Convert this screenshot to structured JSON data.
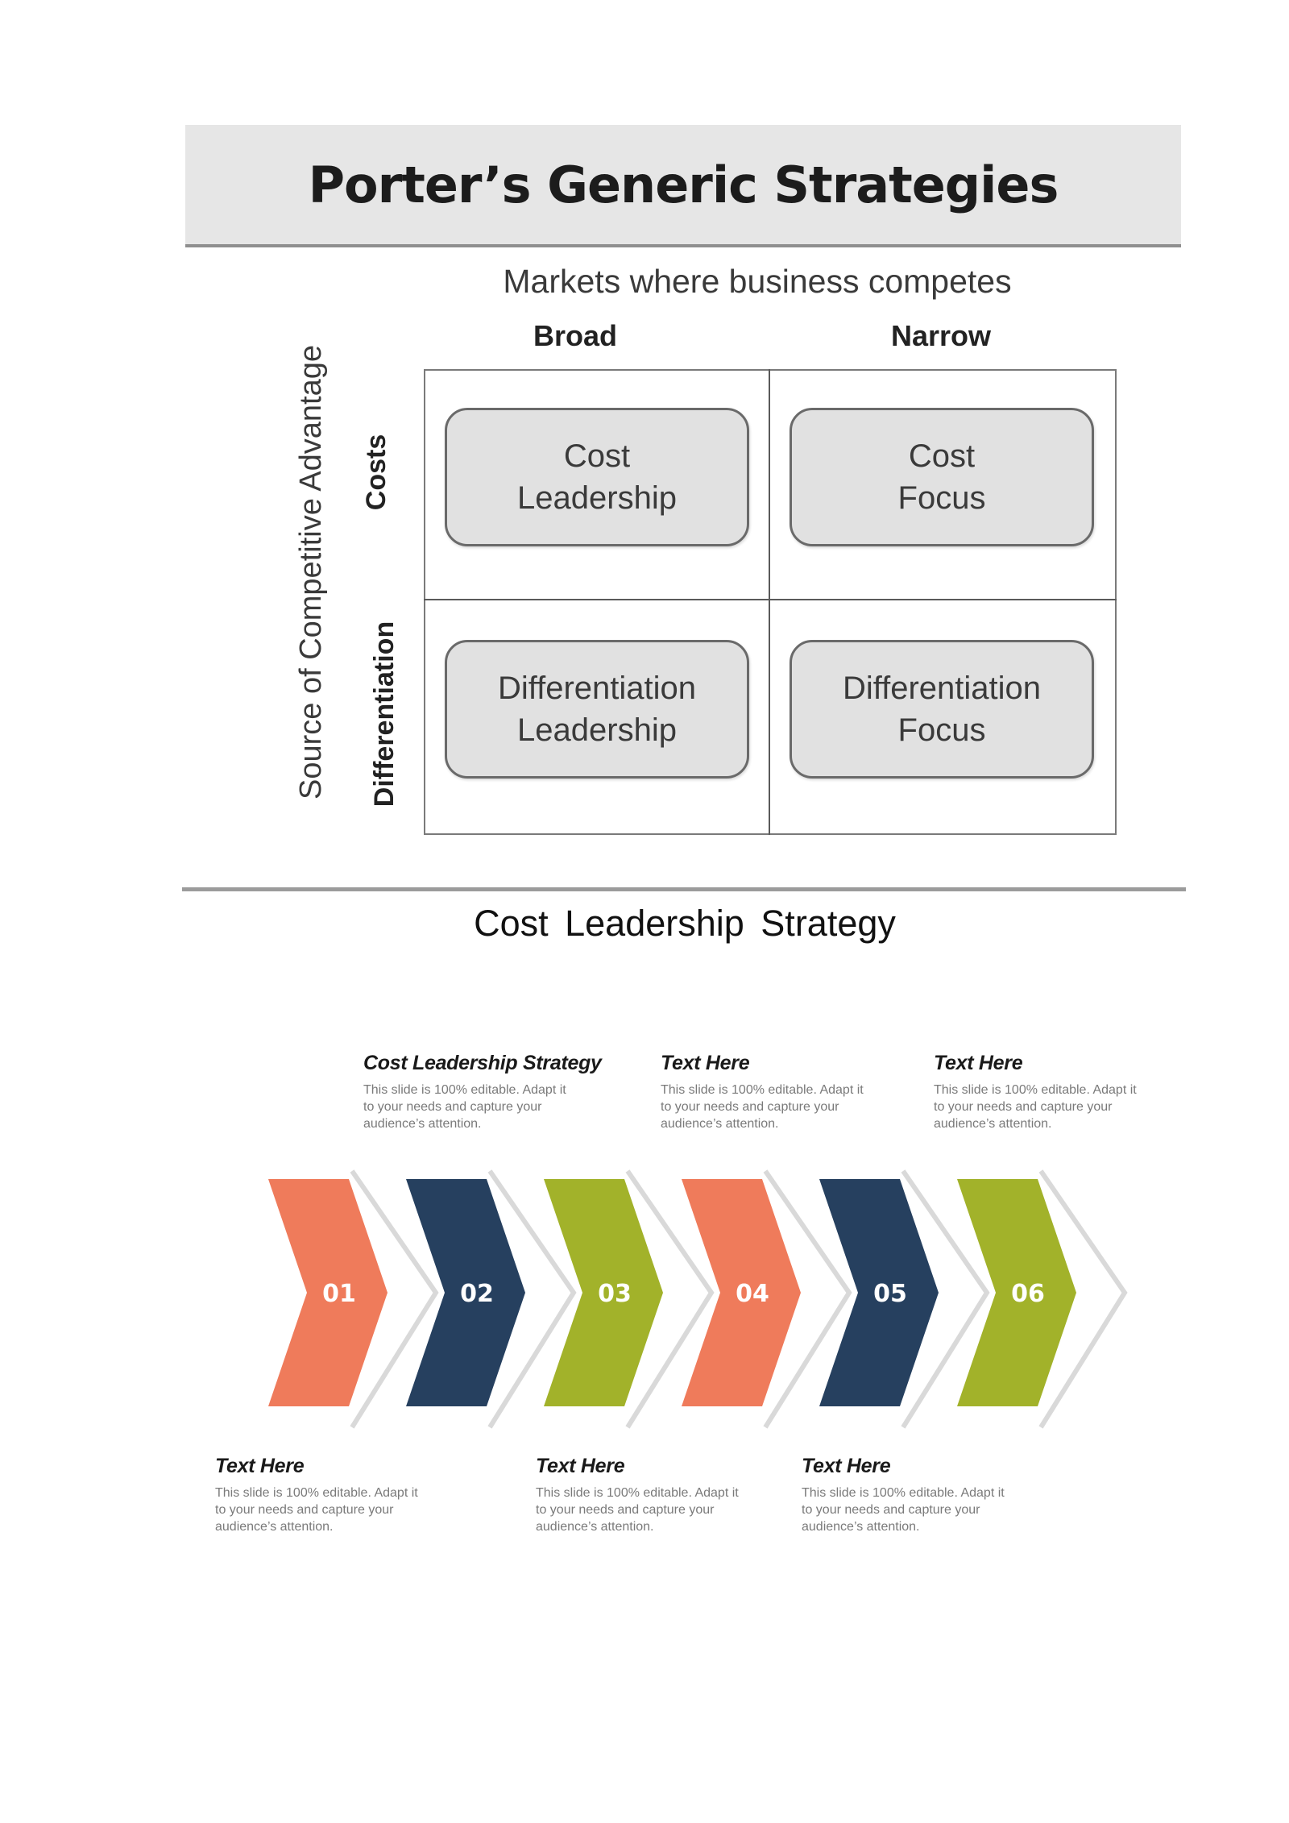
{
  "porter": {
    "title": "Porter’s Generic Strategies",
    "market_label": "Markets where business competes",
    "columns": [
      "Broad",
      "Narrow"
    ],
    "rows": [
      "Costs",
      "Differentiation"
    ],
    "side_label": "Source of Competitive Advantage",
    "boxes": [
      {
        "text": "Cost\nLeadership"
      },
      {
        "text": "Cost\nFocus"
      },
      {
        "text": "Differentiation\nLeadership"
      },
      {
        "text": "Differentiation\nFocus"
      }
    ]
  },
  "cost_leadership": {
    "title": "Cost Leadership  Strategy",
    "steps": [
      {
        "number": "01",
        "color": "#ef7b5b"
      },
      {
        "number": "02",
        "color": "#26405f"
      },
      {
        "number": "03",
        "color": "#a2b22a"
      },
      {
        "number": "04",
        "color": "#ef7b5b"
      },
      {
        "number": "05",
        "color": "#26405f"
      },
      {
        "number": "06",
        "color": "#a2b22a"
      }
    ],
    "items": [
      {
        "heading": "Cost Leadership Strategy",
        "body": "This slide is 100% editable. Adapt it to your needs and capture your audience’s attention."
      },
      {
        "heading": "Text Here",
        "body": "This slide is 100% editable. Adapt it to your needs and capture your audience’s attention."
      },
      {
        "heading": "Text Here",
        "body": "This slide is 100% editable. Adapt it to your needs and capture your audience’s attention."
      },
      {
        "heading": "Text Here",
        "body": "This slide is 100% editable. Adapt it to your needs and capture your audience’s attention."
      },
      {
        "heading": "Text Here",
        "body": "This slide is 100% editable. Adapt it to your needs and capture your audience’s attention."
      },
      {
        "heading": "Text Here",
        "body": "This slide is 100% editable. Adapt it to your needs and capture your audience’s attention."
      }
    ]
  }
}
